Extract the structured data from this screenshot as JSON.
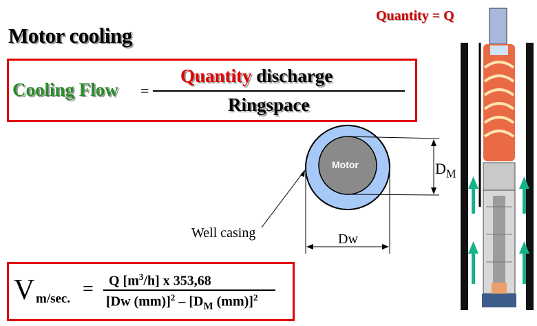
{
  "title": "Motor cooling",
  "quantity_label": "Quantity = Q",
  "cooling_formula": {
    "lhs": "Cooling Flow",
    "equals": "=",
    "numerator_highlight": "Quantity",
    "numerator_rest": " discharge",
    "denominator": "Ringspace"
  },
  "diagram": {
    "motor_label": "Motor",
    "well_casing_label": "Well casing",
    "dw_label": "Dw",
    "dm_label_main": "D",
    "dm_label_sub": "M",
    "colors": {
      "ring": "#a7c9f7",
      "motor": "#8a8a8a"
    }
  },
  "velocity_formula": {
    "V": "V",
    "V_sub": "m/sec.",
    "equals": "=",
    "numerator_a": "Q [m",
    "numerator_sup": "3",
    "numerator_b": "/h] x 353,68",
    "den_a": "[Dw (mm)]",
    "den_sup1": "2",
    "den_b": " – [D",
    "den_sub": "M",
    "den_c": " (mm)]",
    "den_sup2": "2"
  },
  "colors": {
    "accent_red": "#e00000",
    "green": "#2a8a2a",
    "flow_arrows": "#16b08a"
  }
}
